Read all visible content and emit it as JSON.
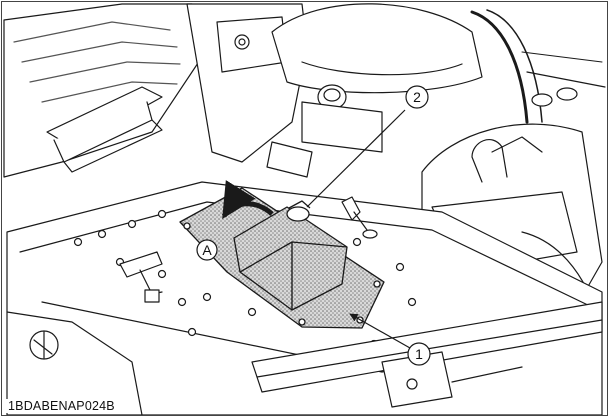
{
  "figure": {
    "code": "1BDABENAP024B",
    "callouts": {
      "c1": "1",
      "c2": "2",
      "cA": "A"
    },
    "colors": {
      "line": "#1a1a1a",
      "light_line": "#555555",
      "stipple": "#7a7a7a",
      "background": "#ffffff"
    }
  }
}
